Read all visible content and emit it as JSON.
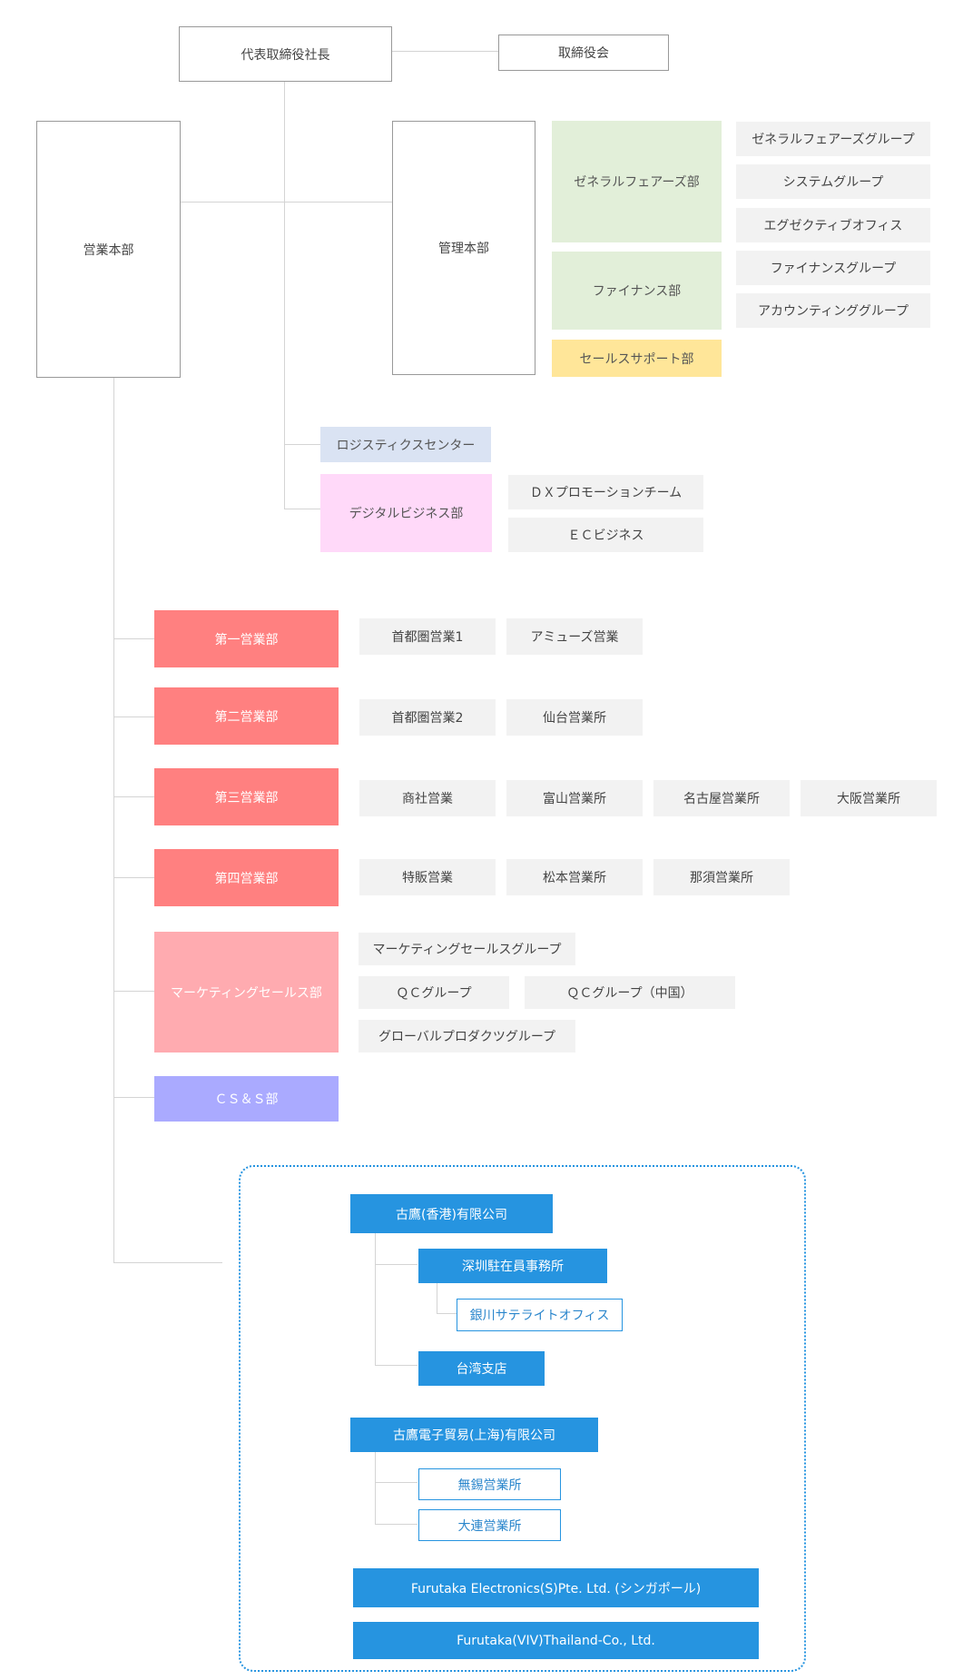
{
  "top": {
    "ceo": "代表取締役社長",
    "board": "取締役会"
  },
  "hq": {
    "sales": "営業本部",
    "admin": "管理本部"
  },
  "admin_depts": {
    "general_affairs": "ゼネラルフェアーズ部",
    "finance": "ファイナンス部",
    "sales_support": "セールスサポート部"
  },
  "admin_groups": [
    "ゼネラルフェアーズグループ",
    "システムグループ",
    "エグゼクティブオフィス",
    "ファイナンスグループ",
    "アカウンティンググループ"
  ],
  "logistics": "ロジスティクスセンター",
  "digital": {
    "name": "デジタルビジネス部",
    "teams": [
      "ＤＸプロモーションチーム",
      "ＥＣビジネス"
    ]
  },
  "sales_depts": [
    {
      "name": "第一営業部",
      "units": [
        "首都圏営業1",
        "アミューズ営業"
      ]
    },
    {
      "name": "第二営業部",
      "units": [
        "首都圏営業2",
        "仙台営業所"
      ]
    },
    {
      "name": "第三営業部",
      "units": [
        "商社営業",
        "富山営業所",
        "名古屋営業所",
        "大阪営業所"
      ]
    },
    {
      "name": "第四営業部",
      "units": [
        "特販営業",
        "松本営業所",
        "那須営業所"
      ]
    }
  ],
  "marketing": {
    "name": "マーケティングセールス部",
    "groups": [
      "マーケティングセールスグループ",
      "ＱＣグループ",
      "ＱＣグループ（中国）",
      "グローバルプロダクツグループ"
    ]
  },
  "css": "ＣＳ＆Ｓ部",
  "overseas": {
    "hk": "古鷹(香港)有限公司",
    "shenzhen": "深圳駐在員事務所",
    "yinchuan": "銀川サテライトオフィス",
    "taiwan": "台湾支店",
    "shanghai": "古鷹電子貿易(上海)有限公司",
    "wuxi": "無錫営業所",
    "dalian": "大連営業所",
    "singapore": "Furutaka Electronics(S)Pte. Ltd. (シンガポール)",
    "thailand": "Furutaka(VIV)Thailand-Co., Ltd."
  },
  "colors": {
    "line": "#d4d4d4",
    "grey": "#f2f2f2",
    "green": "#e2efd9",
    "yellow": "#ffe699",
    "lavender": "#dae3f3",
    "pink": "#ffd9f9",
    "red": "#ff8080",
    "light_red": "#ffabb0",
    "purple": "#aaaaff",
    "blue": "#2694e0"
  }
}
